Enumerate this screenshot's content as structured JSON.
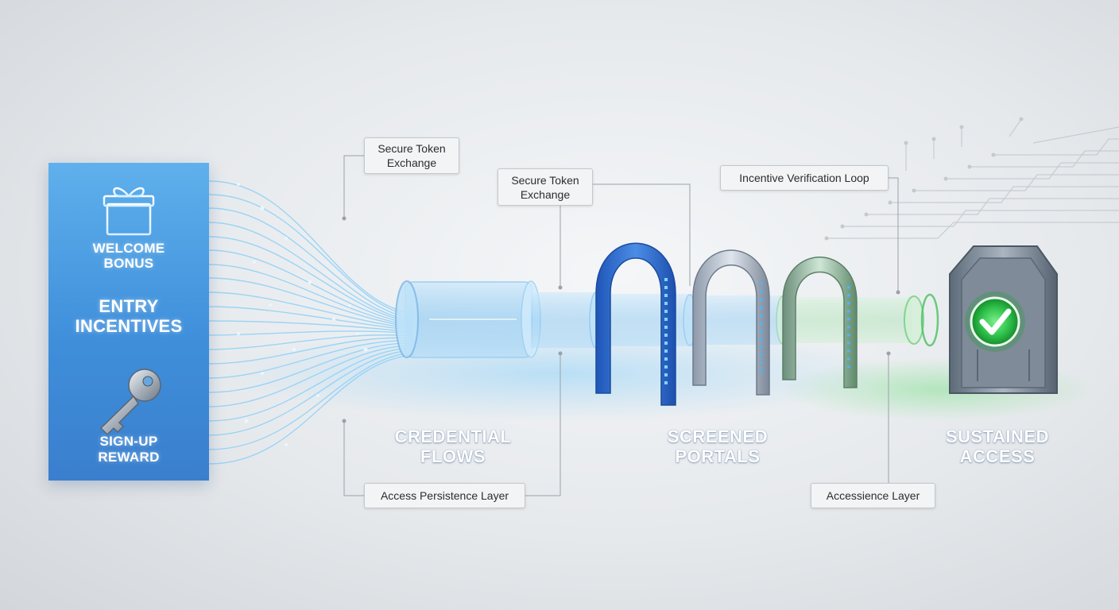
{
  "panel": {
    "welcome_line1": "WELCOME",
    "welcome_line2": "BONUS",
    "entry_line1": "ENTRY",
    "entry_line2": "INCENTIVES",
    "signup_line1": "SIGN-UP",
    "signup_line2": "REWARD"
  },
  "stages": {
    "credential_line1": "CREDENTIAL",
    "credential_line2": "FLOWS",
    "screened_line1": "SCREENED",
    "screened_line2": "PORTALS",
    "sustained_line1": "SUSTAINED",
    "sustained_line2": "ACCESS"
  },
  "callouts": {
    "token_a_line1": "Secure Token",
    "token_a_line2": "Exchange",
    "token_b_line1": "Secure Token",
    "token_b_line2": "Exchange",
    "verification_loop": "Incentive Verification Loop",
    "persistence_layer": "Access Persistence Layer",
    "accessience_layer": "Accessience Layer"
  },
  "colors": {
    "panel_blue": "#4a9be3",
    "flow_blue": "#7ec8f5",
    "portal_blue": "#2f6fd0",
    "portal_green": "#35b84a",
    "check_green": "#2fc24b"
  },
  "icons": {
    "gift": "gift-icon",
    "key": "key-icon",
    "check": "checkmark-icon",
    "circuit": "circuit-traces"
  }
}
